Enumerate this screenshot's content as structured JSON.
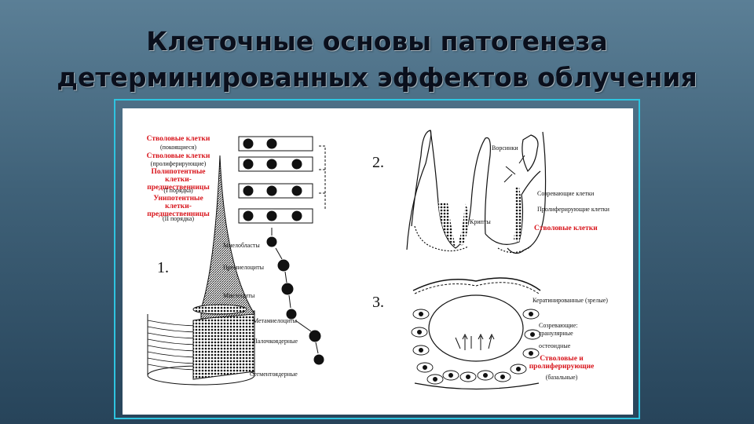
{
  "slide": {
    "title_line1": "Клеточные основы патогенеза",
    "title_line2": "детерминированных эффектов облучения"
  },
  "figure": {
    "numbers": [
      "1.",
      "2.",
      "3."
    ],
    "panel1": {
      "hierarchy": [
        {
          "text": "Стволовые клетки",
          "style": "red"
        },
        {
          "text": "(покоящиеся)",
          "style": "black"
        },
        {
          "text": "Стволовые клетки",
          "style": "red"
        },
        {
          "text": "(пролиферирующие)",
          "style": "black"
        },
        {
          "text": "Полипотентные клетки-предшественницы",
          "style": "red"
        },
        {
          "text": "(I порядка)",
          "style": "black"
        },
        {
          "text": "Унипотентные клетки-предшественницы",
          "style": "red"
        },
        {
          "text": "(II порядка)",
          "style": "black"
        }
      ],
      "stages": [
        "Миелобласты",
        "Промиелоциты",
        "Миелоциты",
        "Метамиелоциты",
        "Палочкоядерные",
        "Сегментоядерные"
      ]
    },
    "panel2": {
      "labels": [
        {
          "text": "Ворсинки",
          "style": "black"
        },
        {
          "text": "Созревающие клетки",
          "style": "black"
        },
        {
          "text": "Пролиферирующие клетки",
          "style": "black"
        },
        {
          "text": "Крипты",
          "style": "black"
        },
        {
          "text": "Стволовые клетки",
          "style": "red"
        }
      ]
    },
    "panel3": {
      "labels": [
        {
          "text": "Кератинированные (зрелые)",
          "style": "black"
        },
        {
          "text": "Созревающие: гранулярные",
          "style": "black"
        },
        {
          "text": "остеоидные",
          "style": "black"
        },
        {
          "text": "Стволовые и пролиферирующие",
          "style": "red"
        },
        {
          "text": "(базальные)",
          "style": "black"
        }
      ]
    }
  },
  "colors": {
    "accent_red": "#d8141b",
    "frame_border": "#2ec4e0"
  }
}
